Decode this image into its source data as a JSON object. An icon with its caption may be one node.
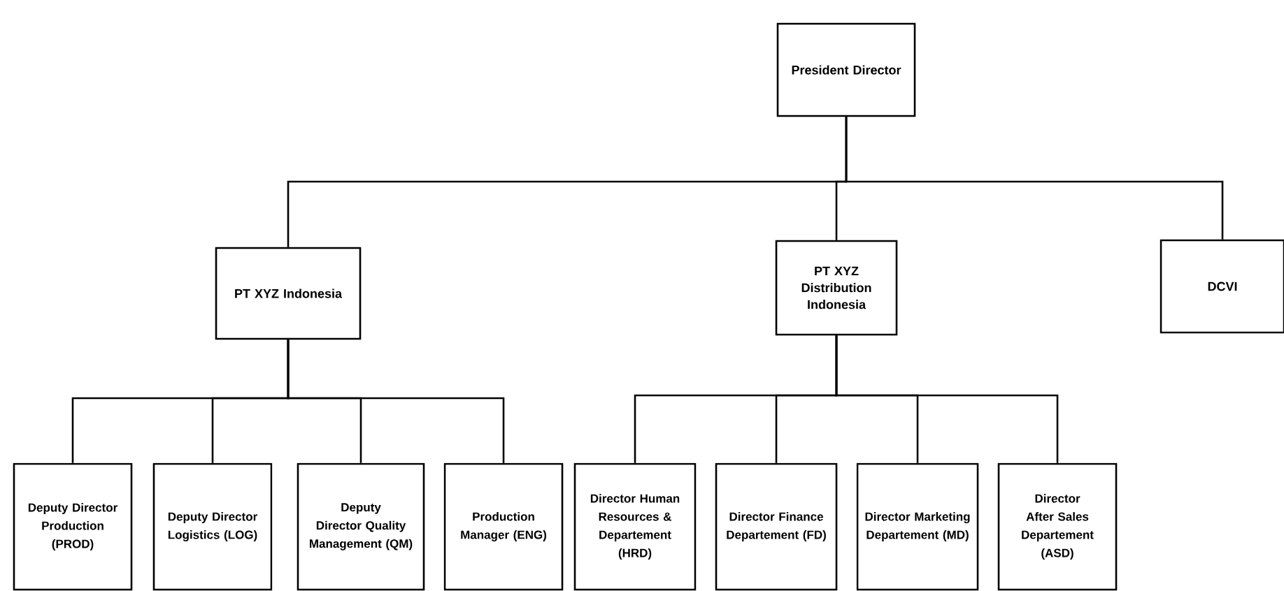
{
  "diagram": {
    "nodes": [
      {
        "text": [
          "President Director"
        ]
      },
      {
        "text": [
          "PT XYZ Indonesia"
        ]
      },
      {
        "text": [
          "PT XYZ Distribution Indonesia"
        ]
      },
      {
        "text": [
          "DCVI"
        ]
      },
      {
        "text": [
          "Deputy Director Production (PROD)"
        ]
      },
      {
        "text": [
          "Deputy Director Logistics (LOG)"
        ]
      },
      {
        "text": [
          "Deputy Director Quality Management (QM)"
        ]
      },
      {
        "text": [
          "Production Manager (ENG)"
        ]
      },
      {
        "text": [
          "Director Human Resources & Departement (HRD)"
        ]
      },
      {
        "text": [
          "Director Finance Departement (FD)"
        ]
      },
      {
        "text": [
          "Director Marketing Departement (MD)"
        ]
      },
      {
        "text": [
          "Director After Sales Departement (ASD)"
        ]
      }
    ],
    "edges": [
      {
        "from": 0,
        "to": 1,
        "arrow": "none"
      },
      {
        "from": 0,
        "to": 2,
        "arrow": "none"
      },
      {
        "from": 0,
        "to": 3,
        "arrow": "none"
      },
      {
        "from": 1,
        "to": 4,
        "arrow": "none"
      },
      {
        "from": 1,
        "to": 5,
        "arrow": "none"
      },
      {
        "from": 1,
        "to": 6,
        "arrow": "none"
      },
      {
        "from": 1,
        "to": 7,
        "arrow": "none"
      },
      {
        "from": 2,
        "to": 8,
        "arrow": "none"
      },
      {
        "from": 2,
        "to": 9,
        "arrow": "none"
      },
      {
        "from": 2,
        "to": 10,
        "arrow": "none"
      },
      {
        "from": 2,
        "to": 11,
        "arrow": "none"
      }
    ]
  }
}
